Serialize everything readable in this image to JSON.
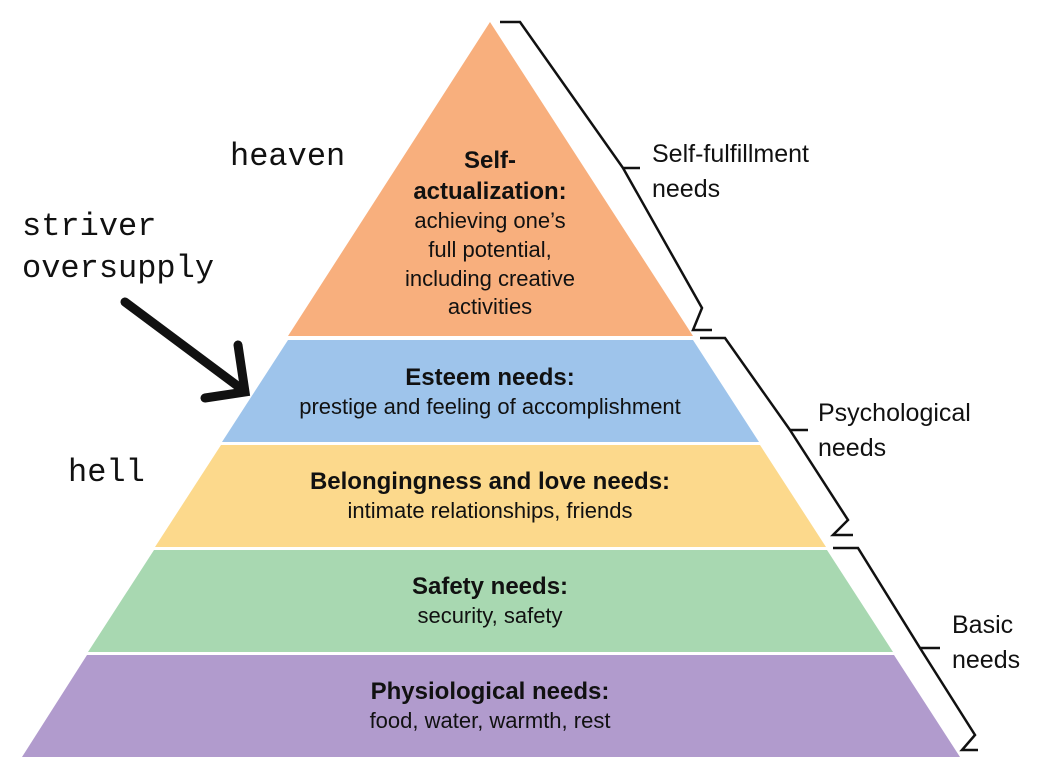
{
  "levels": [
    {
      "title": "Self-",
      "title2": "actualization:",
      "desc": [
        "achieving one’s",
        "full potential,",
        "including creative",
        "activities"
      ],
      "color": "#F8AF7D"
    },
    {
      "title": "Esteem needs:",
      "desc": [
        "prestige and feeling of accomplishment"
      ],
      "color": "#9EC4EB"
    },
    {
      "title": "Belongingness and love needs:",
      "desc": [
        "intimate relationships, friends"
      ],
      "color": "#FCD98C"
    },
    {
      "title": "Safety needs:",
      "desc": [
        "security, safety"
      ],
      "color": "#A8D8B1"
    },
    {
      "title": "Physiological needs:",
      "desc": [
        "food, water, warmth, rest"
      ],
      "color": "#B19BCD"
    }
  ],
  "groups": [
    {
      "line1": "Self-fulfillment",
      "line2": "needs"
    },
    {
      "line1": "Psychological",
      "line2": "needs"
    },
    {
      "line1": "Basic",
      "line2": "needs"
    }
  ],
  "annotations": {
    "heaven": "heaven",
    "striver_line1": "striver",
    "striver_line2": "oversupply",
    "hell": "hell"
  }
}
